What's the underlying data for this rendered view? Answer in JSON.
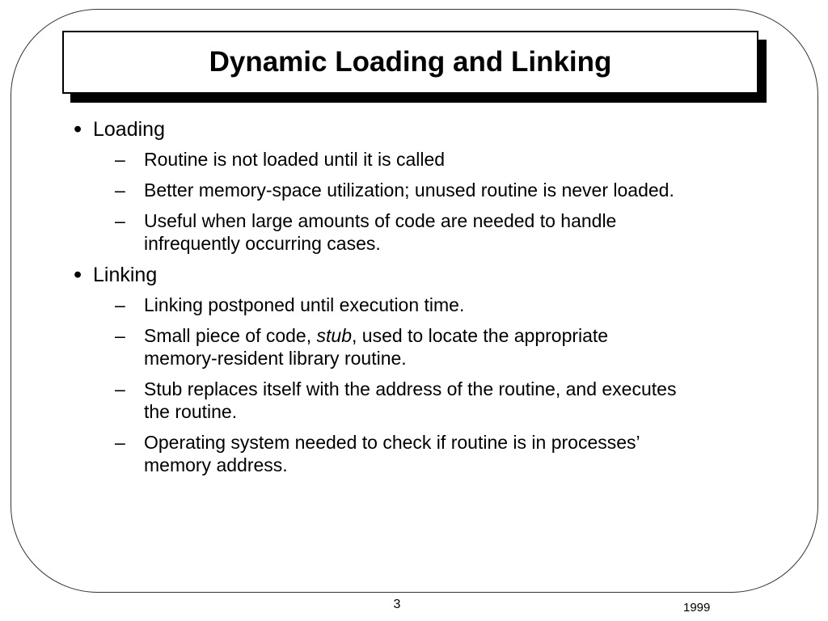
{
  "slide": {
    "title": "Dynamic Loading and Linking",
    "page_number": "3",
    "year": "1999",
    "bullet_char": "•",
    "dash_char": "–",
    "colors": {
      "background": "#ffffff",
      "text": "#000000",
      "frame_border": "#333333",
      "title_box_border": "#000000",
      "title_box_shadow": "#000000"
    }
  },
  "sections": [
    {
      "title": "Loading",
      "items": [
        {
          "line1": "Routine is not loaded until it is called"
        },
        {
          "line1": "Better memory-space utilization; unused routine is never loaded."
        },
        {
          "line1": "Useful when large amounts of code are needed to handle",
          "line2": "infrequently occurring cases."
        }
      ]
    },
    {
      "title": "Linking",
      "items": [
        {
          "line1": "Linking postponed until execution time."
        },
        {
          "line1_pre": "Small piece of code, ",
          "line1_em": "stub",
          "line1_post": ", used to locate the appropriate",
          "line2": "memory-resident library routine."
        },
        {
          "line1": "Stub replaces itself with the address of the routine, and executes",
          "line2": "the routine."
        },
        {
          "line1": "Operating system needed to check if routine is in processes’",
          "line2": "memory address."
        }
      ]
    }
  ]
}
